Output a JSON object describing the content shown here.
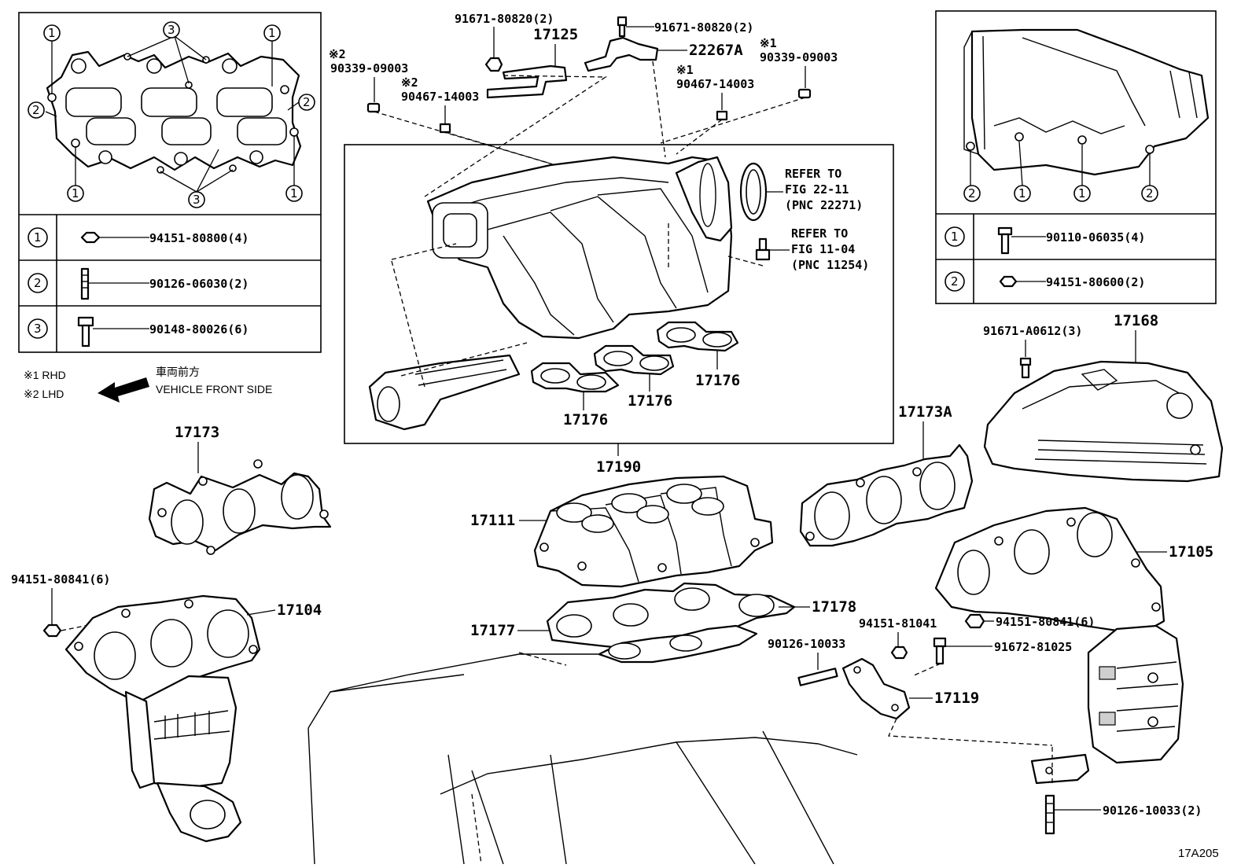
{
  "top_left_table": {
    "rows": [
      {
        "num": "①",
        "part": "94151-80800(4)"
      },
      {
        "num": "②",
        "part": "90126-06030(2)"
      },
      {
        "num": "③",
        "part": "90148-80026(6)"
      }
    ]
  },
  "top_right_table": {
    "rows": [
      {
        "num": "①",
        "part": "90110-06035(4)"
      },
      {
        "num": "②",
        "part": "94151-80600(2)"
      }
    ]
  },
  "markers": {
    "one": "1",
    "two": "2",
    "three": "3"
  },
  "legend": {
    "rhd": "※1 RHD",
    "lhd": "※2 LHD",
    "front_jp": "車両前方",
    "front_en": "VEHICLE FRONT SIDE"
  },
  "labels": {
    "p91671_80820_a": "91671-80820(2)",
    "p17125": "17125",
    "p91671_80820_b": "91671-80820(2)",
    "p22267a": "22267A",
    "mark2_a": "※2",
    "p90339_09003_a": "90339-09003",
    "mark2_b": "※2",
    "p90467_14003_a": "90467-14003",
    "mark1_a": "※1",
    "p90339_09003_b": "90339-09003",
    "mark1_b": "※1",
    "p90467_14003_b": "90467-14003",
    "refer1_a": "REFER TO",
    "refer1_b": "FIG 22-11",
    "refer1_c": "(PNC 22271)",
    "refer2_a": "REFER TO",
    "refer2_b": "FIG 11-04",
    "refer2_c": "(PNC 11254)",
    "p17176_a": "17176",
    "p17176_b": "17176",
    "p17176_c": "17176",
    "p17190": "17190",
    "p17173": "17173",
    "p17173a": "17173A",
    "p17111": "17111",
    "p91671_a0612": "91671-A0612(3)",
    "p17168": "17168",
    "p17105": "17105",
    "p94151_80841_a": "94151-80841(6)",
    "p17104": "17104",
    "p17178": "17178",
    "p17177": "17177",
    "p94151_81041": "94151-81041",
    "p90126_10033_a": "90126-10033",
    "p91672_81025": "91672-81025",
    "p94151_80841_b": "94151-80841(6)",
    "p17119": "17119",
    "p90126_10033_b": "90126-10033(2)",
    "fig_id": "17A205"
  }
}
